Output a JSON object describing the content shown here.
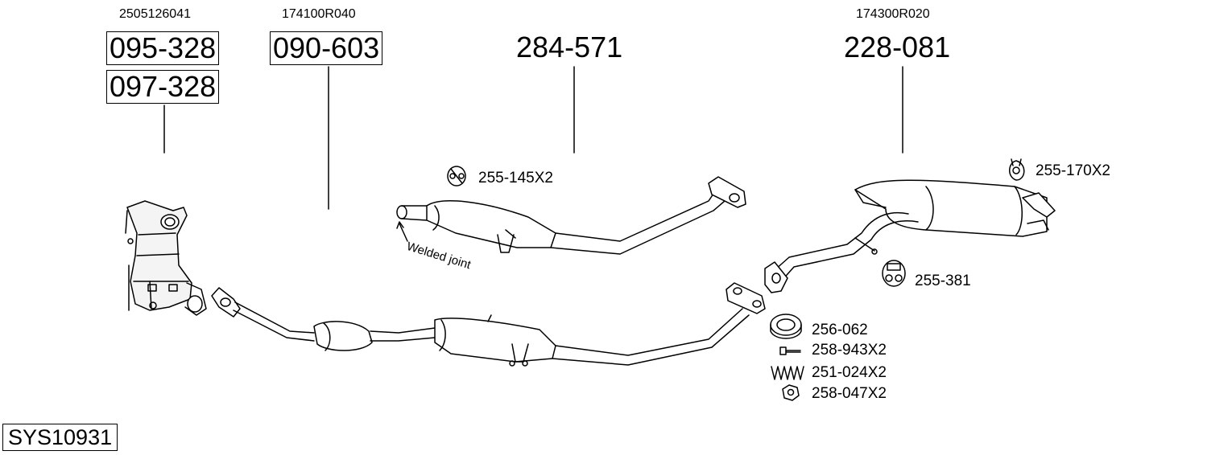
{
  "oem_numbers": {
    "catalytic": "2505126041",
    "front_pipe": "174100R040",
    "rear_silencer": "174300R020"
  },
  "part_numbers": {
    "catalytic_1": "095-328",
    "catalytic_2": "097-328",
    "front_pipe": "090-603",
    "middle_section": "284-571",
    "rear_silencer": "228-081"
  },
  "hardware": {
    "hanger_middle": "255-145X2",
    "hanger_rear_top": "255-170X2",
    "hanger_rear": "255-381",
    "gasket": "256-062",
    "bolt": "258-943X2",
    "spring": "251-024X2",
    "nut": "258-047X2"
  },
  "annotation": "Welded joint",
  "system_id": "SYS10931"
}
